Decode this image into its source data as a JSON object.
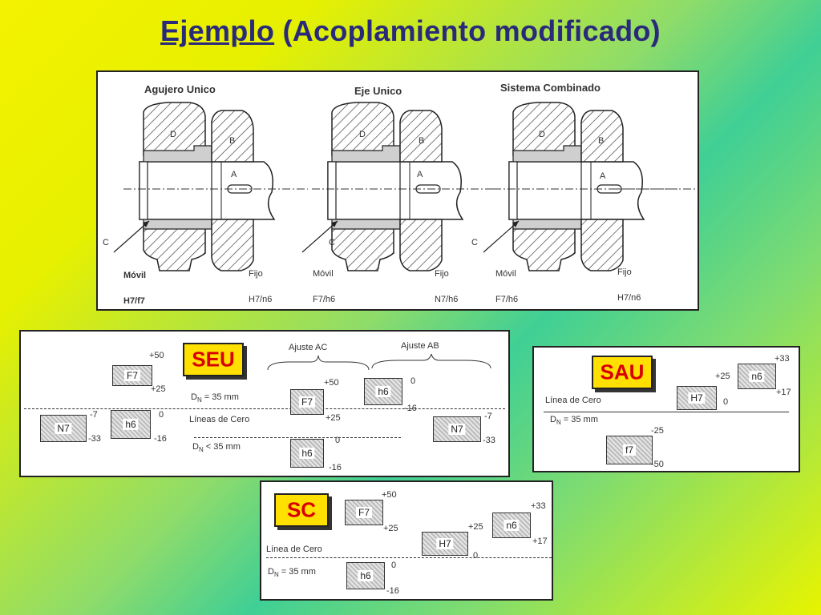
{
  "title": {
    "main": "Ejemplo",
    "rest": " (Acoplamiento modificado)"
  },
  "drawing": {
    "sections": [
      {
        "heading": "Agujero Unico",
        "left": "Móvil",
        "left_fit": "H7/f7",
        "right": "Fijo",
        "right_fit": "H7/n6"
      },
      {
        "heading": "Eje Unico",
        "left": "Móvil",
        "left_fit": "F7/h6",
        "right": "Fijo",
        "right_fit": "N7/h6"
      },
      {
        "heading": "Sistema Combinado",
        "left": "Móvil",
        "left_fit": "F7/h6",
        "right": "Fijo",
        "right_fit": "H7/n6"
      }
    ],
    "labels": {
      "d": "D",
      "b": "B",
      "a": "A",
      "c": "C"
    }
  },
  "seu": {
    "badge": "SEU",
    "ajuste_ac": "Ajuste AC",
    "ajuste_ab": "Ajuste AB",
    "dn_label": "D",
    "dn_sub": "N",
    "dn_value": " = 35 mm",
    "dn_value2": " < 35 mm",
    "lineas": "Líneas de Cero",
    "boxes": {
      "f7a": "F7",
      "n7a": "N7",
      "h6a": "h6",
      "f7b": "F7",
      "h6b": "h6",
      "h6c": "h6",
      "n7b": "N7"
    },
    "values": {
      "f7a_top": "+50",
      "f7a_bot": "+25",
      "n7a_top": "-7",
      "n7a_bot": "-33",
      "h6a_top": "0",
      "h6a_bot": "-16",
      "f7b_top": "+50",
      "f7b_bot": "+25",
      "h6b_top": "0",
      "h6b_bot": "-16",
      "h6c_top": "0",
      "h6c_bot": "-16",
      "n7b_top": "-7",
      "n7b_bot": "-33"
    }
  },
  "sau": {
    "badge": "SAU",
    "linea": "Línea de Cero",
    "dn_label": "D",
    "dn_sub": "N",
    "dn_value": " = 35 mm",
    "boxes": {
      "h7": "H7",
      "n6": "n6",
      "f7": "f7"
    },
    "values": {
      "n6_top": "+33",
      "n6_left": "+25",
      "n6_bot": "+17",
      "h7_zero": "0",
      "f7_top": "-25",
      "f7_bot": "-50"
    }
  },
  "sc": {
    "badge": "SC",
    "linea": "Línea de Cero",
    "dn_label": "D",
    "dn_sub": "N",
    "dn_value": " = 35 mm",
    "boxes": {
      "f7": "F7",
      "h7": "H7",
      "n6": "n6",
      "h6": "h6"
    },
    "values": {
      "f7_top": "+50",
      "f7_bot": "+25",
      "h7_left": "+25",
      "h7_zero": "0",
      "n6_top": "+33",
      "n6_bot": "+17",
      "h6_zero": "0",
      "h6_bot": "-16"
    }
  }
}
